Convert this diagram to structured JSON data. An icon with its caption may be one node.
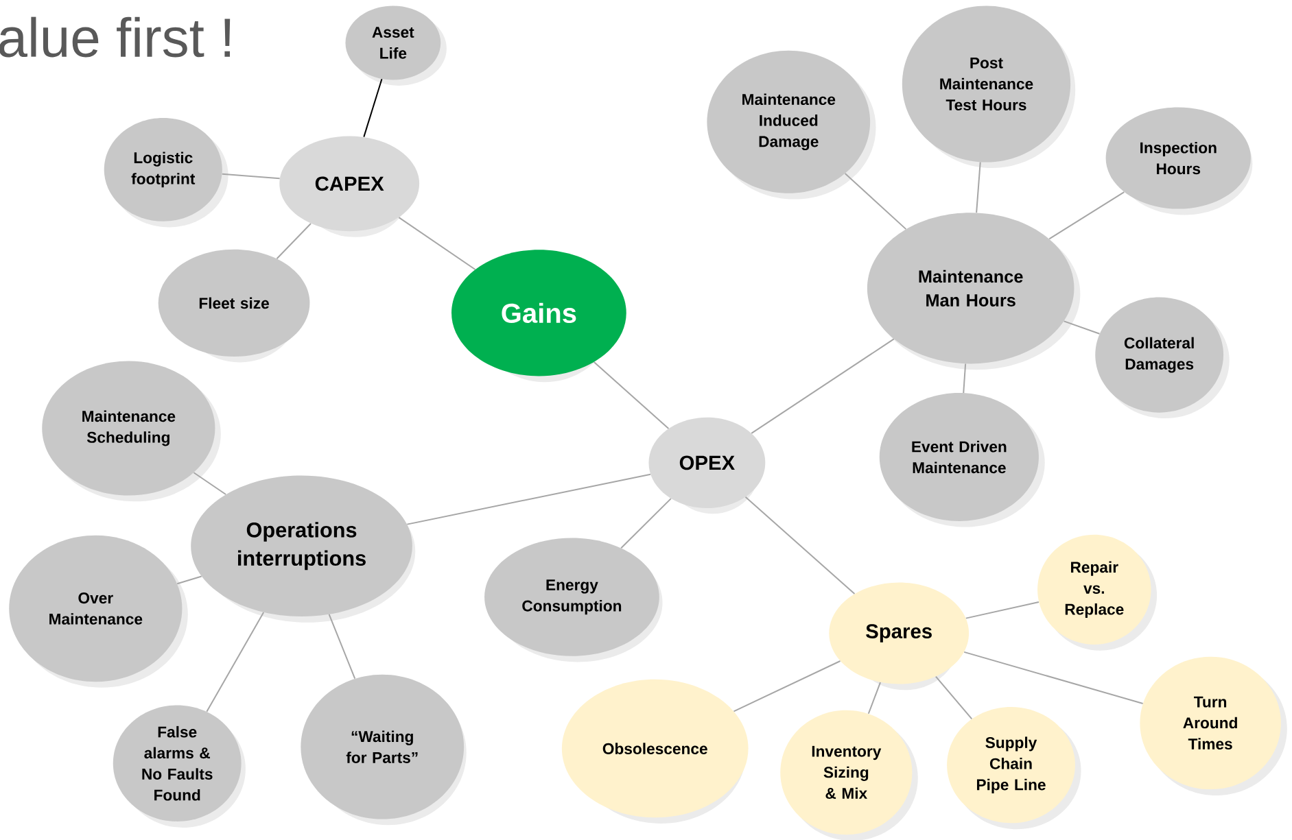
{
  "diagram": {
    "title": "alue first !",
    "nodes": [
      {
        "text": [
          "Asset Life"
        ]
      },
      {
        "text": [
          "Logistic footprint"
        ]
      },
      {
        "text": [
          "CAPEX"
        ]
      },
      {
        "text": [
          "Fleet size"
        ]
      },
      {
        "text": [
          "Gains"
        ]
      },
      {
        "text": [
          "Maintenance Induced Damage"
        ]
      },
      {
        "text": [
          "Post Maintenance Test Hours"
        ]
      },
      {
        "text": [
          "Inspection Hours"
        ]
      },
      {
        "text": [
          "Maintenance Man Hours"
        ]
      },
      {
        "text": [
          "Collateral Damages"
        ]
      },
      {
        "text": [
          "Event Driven Maintenance"
        ]
      },
      {
        "text": [
          "Maintenance Scheduling"
        ]
      },
      {
        "text": [
          "OPEX"
        ]
      },
      {
        "text": [
          "Operations interruptions"
        ]
      },
      {
        "text": [
          "Over Maintenance"
        ]
      },
      {
        "text": [
          "Energy Consumption"
        ]
      },
      {
        "text": [
          "Spares"
        ]
      },
      {
        "text": [
          "Repair vs. Replace"
        ]
      },
      {
        "text": [
          "Obsolescence"
        ]
      },
      {
        "text": [
          "Inventory Sizing & Mix"
        ]
      },
      {
        "text": [
          "Supply Chain Pipe Line"
        ]
      },
      {
        "text": [
          "Turn Around Times"
        ]
      },
      {
        "text": [
          "False alarms & No Faults Found"
        ]
      },
      {
        "text": [
          "“Waiting for Parts”"
        ]
      }
    ],
    "edges": [
      {
        "from": 2,
        "to": 0,
        "arrow": "none",
        "color": "#000000"
      },
      {
        "from": 2,
        "to": 1,
        "arrow": "none"
      },
      {
        "from": 2,
        "to": 3,
        "arrow": "none"
      },
      {
        "from": 2,
        "to": 4,
        "arrow": "none"
      },
      {
        "from": 4,
        "to": 12,
        "arrow": "none"
      },
      {
        "from": 8,
        "to": 5,
        "arrow": "none"
      },
      {
        "from": 8,
        "to": 6,
        "arrow": "none"
      },
      {
        "from": 8,
        "to": 7,
        "arrow": "none"
      },
      {
        "from": 8,
        "to": 9,
        "arrow": "none"
      },
      {
        "from": 8,
        "to": 10,
        "arrow": "none"
      },
      {
        "from": 12,
        "to": 8,
        "arrow": "none"
      },
      {
        "from": 13,
        "to": 11,
        "arrow": "none"
      },
      {
        "from": 13,
        "to": 14,
        "arrow": "none"
      },
      {
        "from": 13,
        "to": 22,
        "arrow": "none"
      },
      {
        "from": 13,
        "to": 23,
        "arrow": "none"
      },
      {
        "from": 12,
        "to": 13,
        "arrow": "none"
      },
      {
        "from": 12,
        "to": 15,
        "arrow": "none"
      },
      {
        "from": 12,
        "to": 16,
        "arrow": "none"
      },
      {
        "from": 16,
        "to": 17,
        "arrow": "none"
      },
      {
        "from": 16,
        "to": 18,
        "arrow": "none"
      },
      {
        "from": 16,
        "to": 19,
        "arrow": "none"
      },
      {
        "from": 16,
        "to": 20,
        "arrow": "none"
      },
      {
        "from": 16,
        "to": 21,
        "arrow": "none"
      }
    ]
  }
}
